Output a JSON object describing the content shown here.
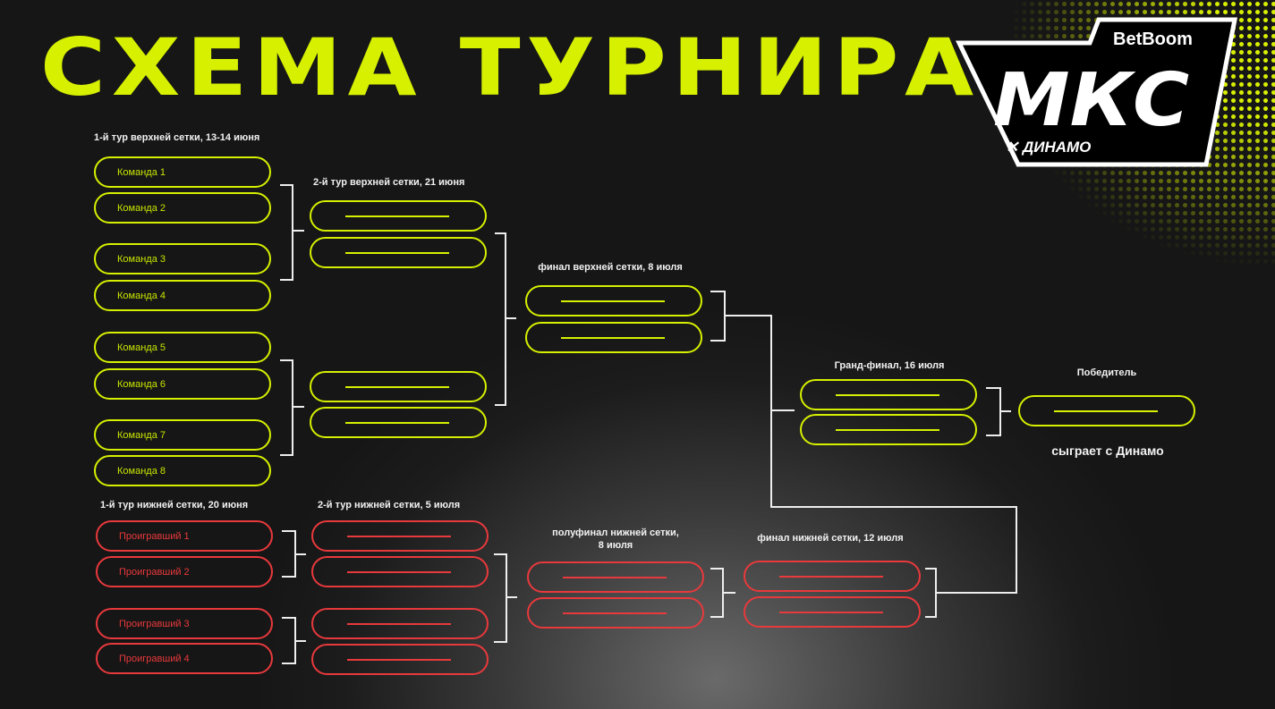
{
  "title": "СХЕМА ТУРНИРА",
  "logo": {
    "brand": "BetBoom",
    "name": "МКС",
    "partner": "✕ ДИНАМО"
  },
  "colors": {
    "upper": "#d6f000",
    "lower": "#e8393c"
  },
  "labels": {
    "upper_r1": "1-й тур верхней сетки, 13-14 июня",
    "upper_r2": "2-й тур верхней сетки, 21 июня",
    "upper_final": "финал верхней сетки, 8 июля",
    "grand_final": "Гранд-финал, 16 июля",
    "winner": "Победитель",
    "winner_note": "сыграет с Динамо",
    "lower_r1": "1-й тур нижней сетки, 20 июня",
    "lower_r2": "2-й тур нижней сетки, 5 июля",
    "lower_semi_1": "полуфинал нижней сетки,",
    "lower_semi_2": "8 июля",
    "lower_final": "финал нижней сетки, 12 июля"
  },
  "upper_teams": [
    "Команда 1",
    "Команда 2",
    "Команда 3",
    "Команда 4",
    "Команда 5",
    "Команда 6",
    "Команда 7",
    "Команда 8"
  ],
  "lower_teams": [
    "Проигравший 1",
    "Проигравший 2",
    "Проигравший 3",
    "Проигравший 4"
  ]
}
